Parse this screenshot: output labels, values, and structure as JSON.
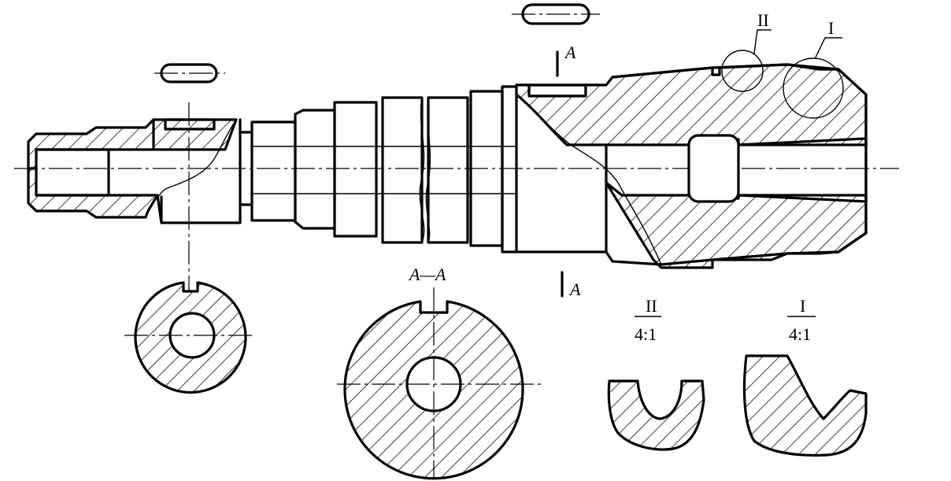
{
  "labels": {
    "section_mark_top": "A",
    "section_mark_bottom": "A",
    "section_title": "A—A",
    "detail_ii": "II",
    "detail_i": "I",
    "detail_ii_view_label": "II",
    "detail_ii_scale": "4:1",
    "detail_i_view_label": "I",
    "detail_i_scale": "4:1"
  }
}
